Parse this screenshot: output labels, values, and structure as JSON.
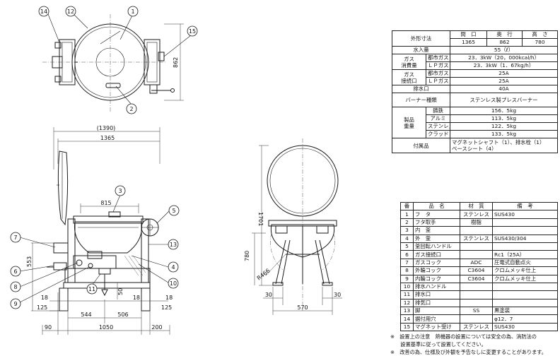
{
  "top_view": {
    "callouts": [
      "14",
      "12",
      "1",
      "15",
      "2"
    ],
    "dims": {
      "depth": "862"
    }
  },
  "front_view": {
    "callouts": [
      "3",
      "5",
      "7",
      "13",
      "6",
      "4",
      "8",
      "10",
      "9",
      "11"
    ],
    "dims": {
      "overall": "(1390)",
      "width": "1365",
      "inner": "815",
      "h1": "553",
      "h2": "50",
      "left_leg": "18",
      "right_leg": "18",
      "right_leg2": "18",
      "offset": "125",
      "offset_r": "125",
      "span_l": "544",
      "span_r": "506",
      "foot_l": "90",
      "base": "1050",
      "foot_r": "200"
    }
  },
  "side_view": {
    "dims": {
      "height": "1701",
      "h780": "780",
      "radius": "R466",
      "leg_l": "30",
      "leg_r": "30",
      "span": "570"
    }
  },
  "spec": {
    "size_label": "外形寸法",
    "size_headers": [
      "間　口",
      "奥　行",
      "高　さ"
    ],
    "size_values": [
      "1365",
      "862",
      "780"
    ],
    "capacity_label": "水入量",
    "capacity_value": "55（ℓ）",
    "gas_use_label": "ガス\n消費量",
    "city_gas": "都市ガス",
    "lp_gas": "ＬＰガス",
    "gas_use_city": "23．3kW（20，000kcal/h）",
    "gas_use_lp": "23．3kW（1．67kg/h）",
    "gas_conn_label": "ガス\n接続口",
    "gas_conn_city": "25A",
    "gas_conn_lp": "25A",
    "drain_label": "排水口",
    "drain_value": "40A",
    "burner_label": "バーナー種類",
    "burner_value": "ステンレス製プレスバーナー",
    "weight_label": "製品\n重量",
    "weights": [
      {
        "material": "鋳鉄",
        "value": "156．5kg"
      },
      {
        "material": "アルミ",
        "value": "113．5kg"
      },
      {
        "material": "ステンレス",
        "value": "122．5kg"
      },
      {
        "material": "クラッド",
        "value": "133．5kg"
      }
    ],
    "accessory_label": "付属品",
    "accessory_line1": "マグネットシャフト（1）、排水栓（1）",
    "accessory_line2": "ベースシート（4）"
  },
  "parts": {
    "headers": [
      "番",
      "品　名",
      "材　質",
      "備　考"
    ],
    "rows": [
      [
        "1",
        "フ　タ",
        "ステンレス",
        "SUS430"
      ],
      [
        "2",
        "フタ取手",
        "樹脂",
        ""
      ],
      [
        "3",
        "内　釜",
        "",
        ""
      ],
      [
        "4",
        "外　釜",
        "ステンレス",
        "SUS430/304"
      ],
      [
        "5",
        "釜回転ハンドル",
        "",
        ""
      ],
      [
        "6",
        "ガス接続口",
        "",
        "Rc1（25A）"
      ],
      [
        "7",
        "ガスコック",
        "ADC",
        "圧電式自動点火"
      ],
      [
        "8",
        "外輪コック",
        "C3604",
        "クロムメッキ仕上"
      ],
      [
        "9",
        "内輪コック",
        "C3604",
        "クロムメッキ仕上"
      ],
      [
        "10",
        "排水ハンドル",
        "",
        ""
      ],
      [
        "11",
        "排水口",
        "",
        ""
      ],
      [
        "12",
        "排気口",
        "",
        ""
      ],
      [
        "13",
        "脚",
        "SS",
        "黒塗装"
      ],
      [
        "14",
        "据付用穴",
        "",
        "φ12．7"
      ],
      [
        "15",
        "マグネット受け",
        "ステンレス",
        "SUS430"
      ]
    ]
  },
  "notes": [
    "※　設置上の注意　熱機器の設置については安全の為、消防法の",
    "　　設置基準に従って設置してください。",
    "※　改善の為、仕様及び外観を予告なしに変更することがあります。"
  ]
}
